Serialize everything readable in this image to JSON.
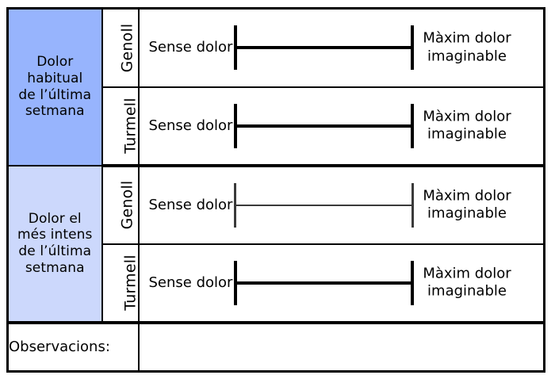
{
  "document": {
    "type": "pain-assessment-form",
    "language": "ca",
    "colors": {
      "group_dark_blue": "#97b4fd",
      "group_light_blue": "#ccd8fc",
      "line": "#000000",
      "line_light": "#3a3a3a",
      "border": "#000000",
      "background": "#ffffff"
    }
  },
  "groups": [
    {
      "id": "habitual",
      "label": "Dolor habitual de l’última setmana",
      "label_lines": [
        "Dolor",
        "habitual",
        "de l’última",
        "setmana"
      ],
      "fill": "#97b4fd",
      "rows": [
        {
          "joint": "Genoll",
          "anchor_left": "Sense dolor",
          "anchor_right": "Màxim dolor imaginable",
          "anchor_right_lines": [
            "Màxim dolor",
            "imaginable"
          ],
          "scale_style": "bold"
        },
        {
          "joint": "Turmell",
          "anchor_left": "Sense dolor",
          "anchor_right": "Màxim dolor imaginable",
          "anchor_right_lines": [
            "Màxim dolor",
            "imaginable"
          ],
          "scale_style": "bold"
        }
      ]
    },
    {
      "id": "mes-intens",
      "label": "Dolor el més intens de l’última setmana",
      "label_lines": [
        "Dolor el",
        "més intens",
        "de l’última",
        "setmana"
      ],
      "fill": "#ccd8fc",
      "rows": [
        {
          "joint": "Genoll",
          "anchor_left": "Sense dolor",
          "anchor_right": "Màxim dolor imaginable",
          "anchor_right_lines": [
            "Màxim dolor",
            "imaginable"
          ],
          "scale_style": "thin"
        },
        {
          "joint": "Turmell",
          "anchor_left": "Sense dolor",
          "anchor_right": "Màxim dolor imaginable",
          "anchor_right_lines": [
            "Màxim dolor",
            "imaginable"
          ],
          "scale_style": "bold"
        }
      ]
    }
  ],
  "observations": {
    "label": "Observacions:",
    "value": ""
  }
}
